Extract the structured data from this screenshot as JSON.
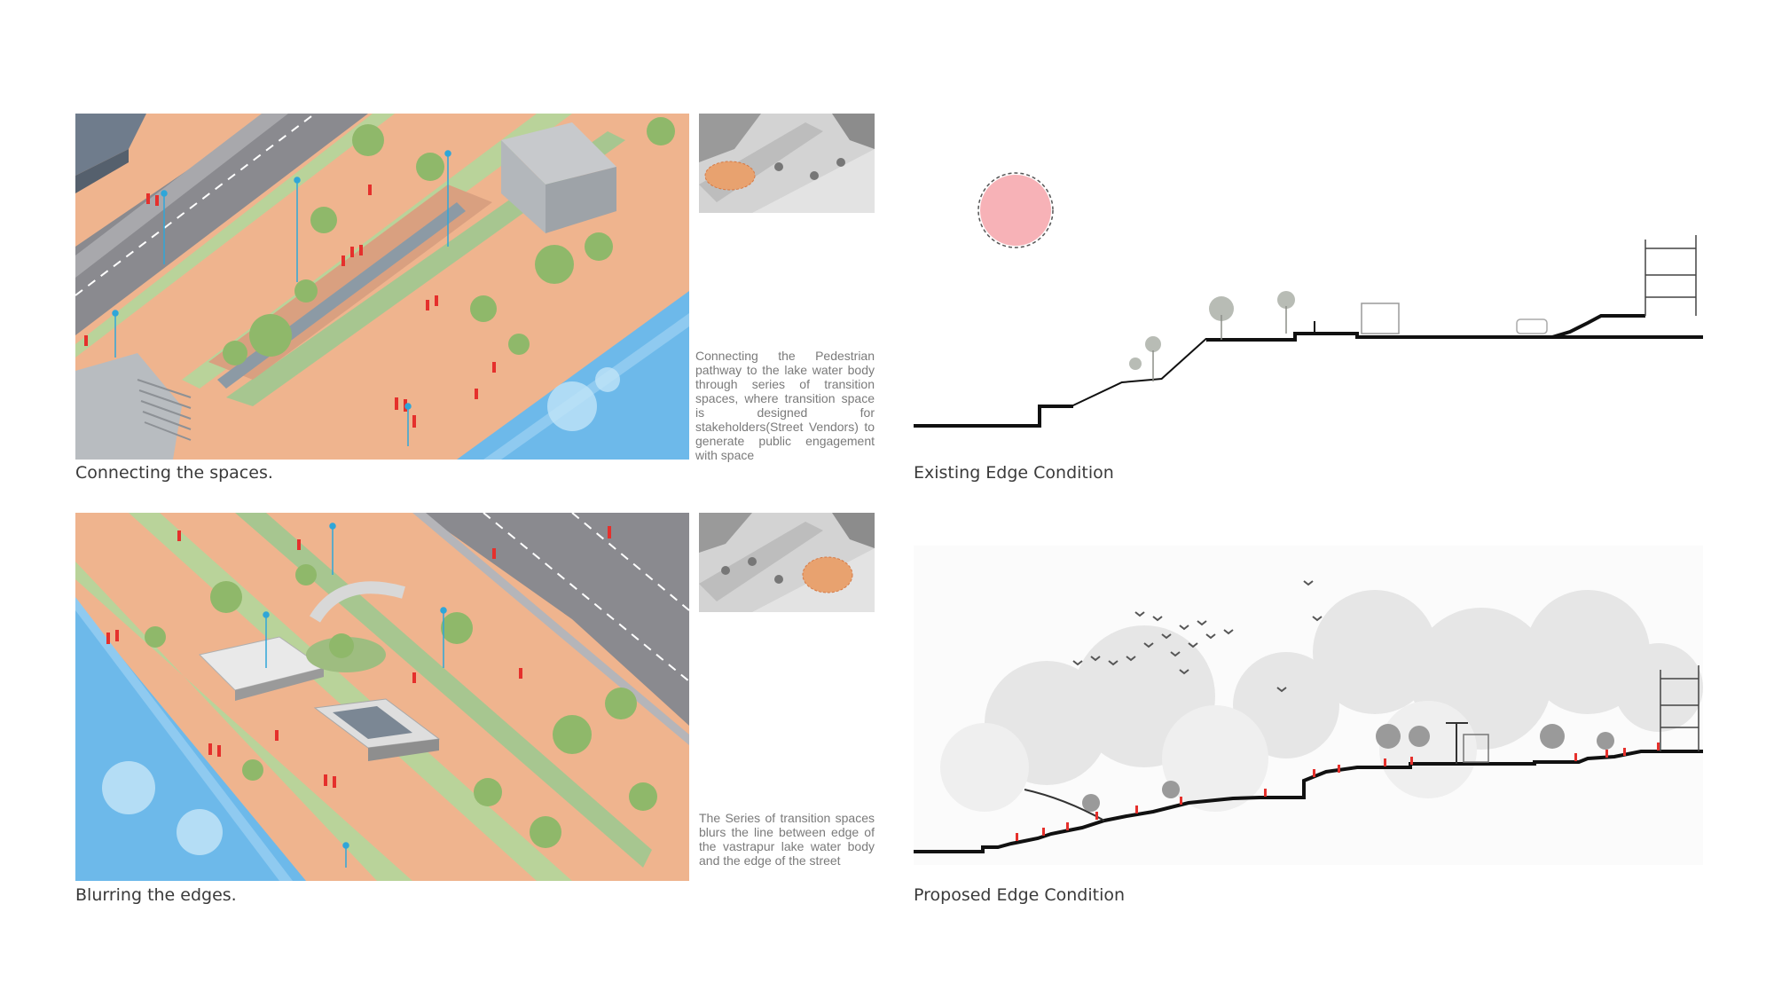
{
  "panels": {
    "top_left": {
      "caption": "Connecting the spaces.",
      "description": "Connecting the Pedestrian pathway to the lake water body through series of transition spaces, where transition space is designed for stakeholders(Street Vendors) to generate public engagement with space"
    },
    "bottom_left": {
      "caption": "Blurring the edges.",
      "description": "The Series of transition spaces blurs the line between edge of the vastrapur lake water body and the edge of the street"
    },
    "top_right": {
      "caption": "Existing Edge Condition"
    },
    "bottom_right": {
      "caption": "Proposed Edge Condition"
    }
  },
  "colors": {
    "plaza": "#efb48e",
    "water": "#6db9ea",
    "road": "#8a8a8f",
    "green": "#b9d39a",
    "people": "#e5302c",
    "sun": "#f6a4aa",
    "ground_line": "#111111"
  }
}
